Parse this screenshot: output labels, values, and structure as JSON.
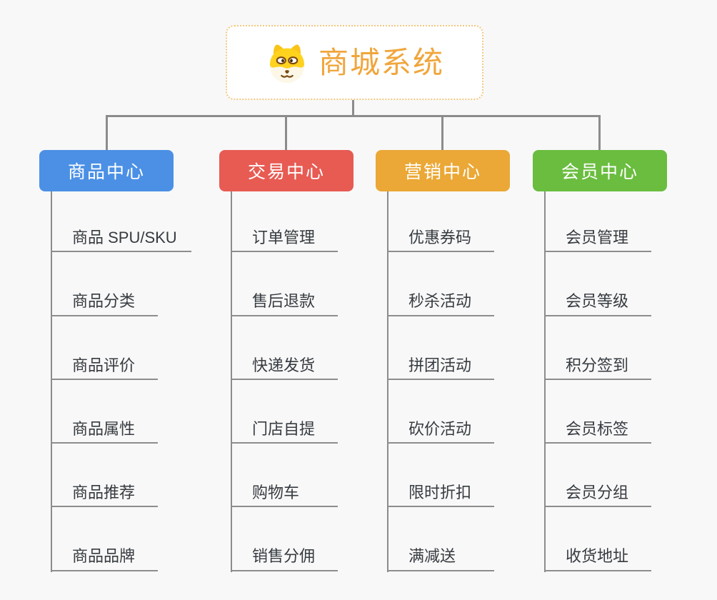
{
  "root": {
    "title": "商城系统",
    "icon": "dog-face-icon",
    "accent_color": "#f0a63c",
    "border_color": "#f3c77e",
    "background": "#ffffff"
  },
  "colors": {
    "canvas_background": "#f8f8f8",
    "connector": "#8c8c8c",
    "item_underline": "#8d8d8d",
    "item_text": "#363b40",
    "header_text": "#ffffff"
  },
  "branches": [
    {
      "label": "商品中心",
      "color": "#4b90e5",
      "items": [
        "商品 SPU/SKU",
        "商品分类",
        "商品评价",
        "商品属性",
        "商品推荐",
        "商品品牌"
      ]
    },
    {
      "label": "交易中心",
      "color": "#e75b53",
      "items": [
        "订单管理",
        "售后退款",
        "快递发货",
        "门店自提",
        "购物车",
        "销售分佣"
      ]
    },
    {
      "label": "营销中心",
      "color": "#eba836",
      "items": [
        "优惠券码",
        "秒杀活动",
        "拼团活动",
        "砍价活动",
        "限时折扣",
        "满减送"
      ]
    },
    {
      "label": "会员中心",
      "color": "#6abd3f",
      "items": [
        "会员管理",
        "会员等级",
        "积分签到",
        "会员标签",
        "会员分组",
        "收货地址"
      ]
    }
  ]
}
